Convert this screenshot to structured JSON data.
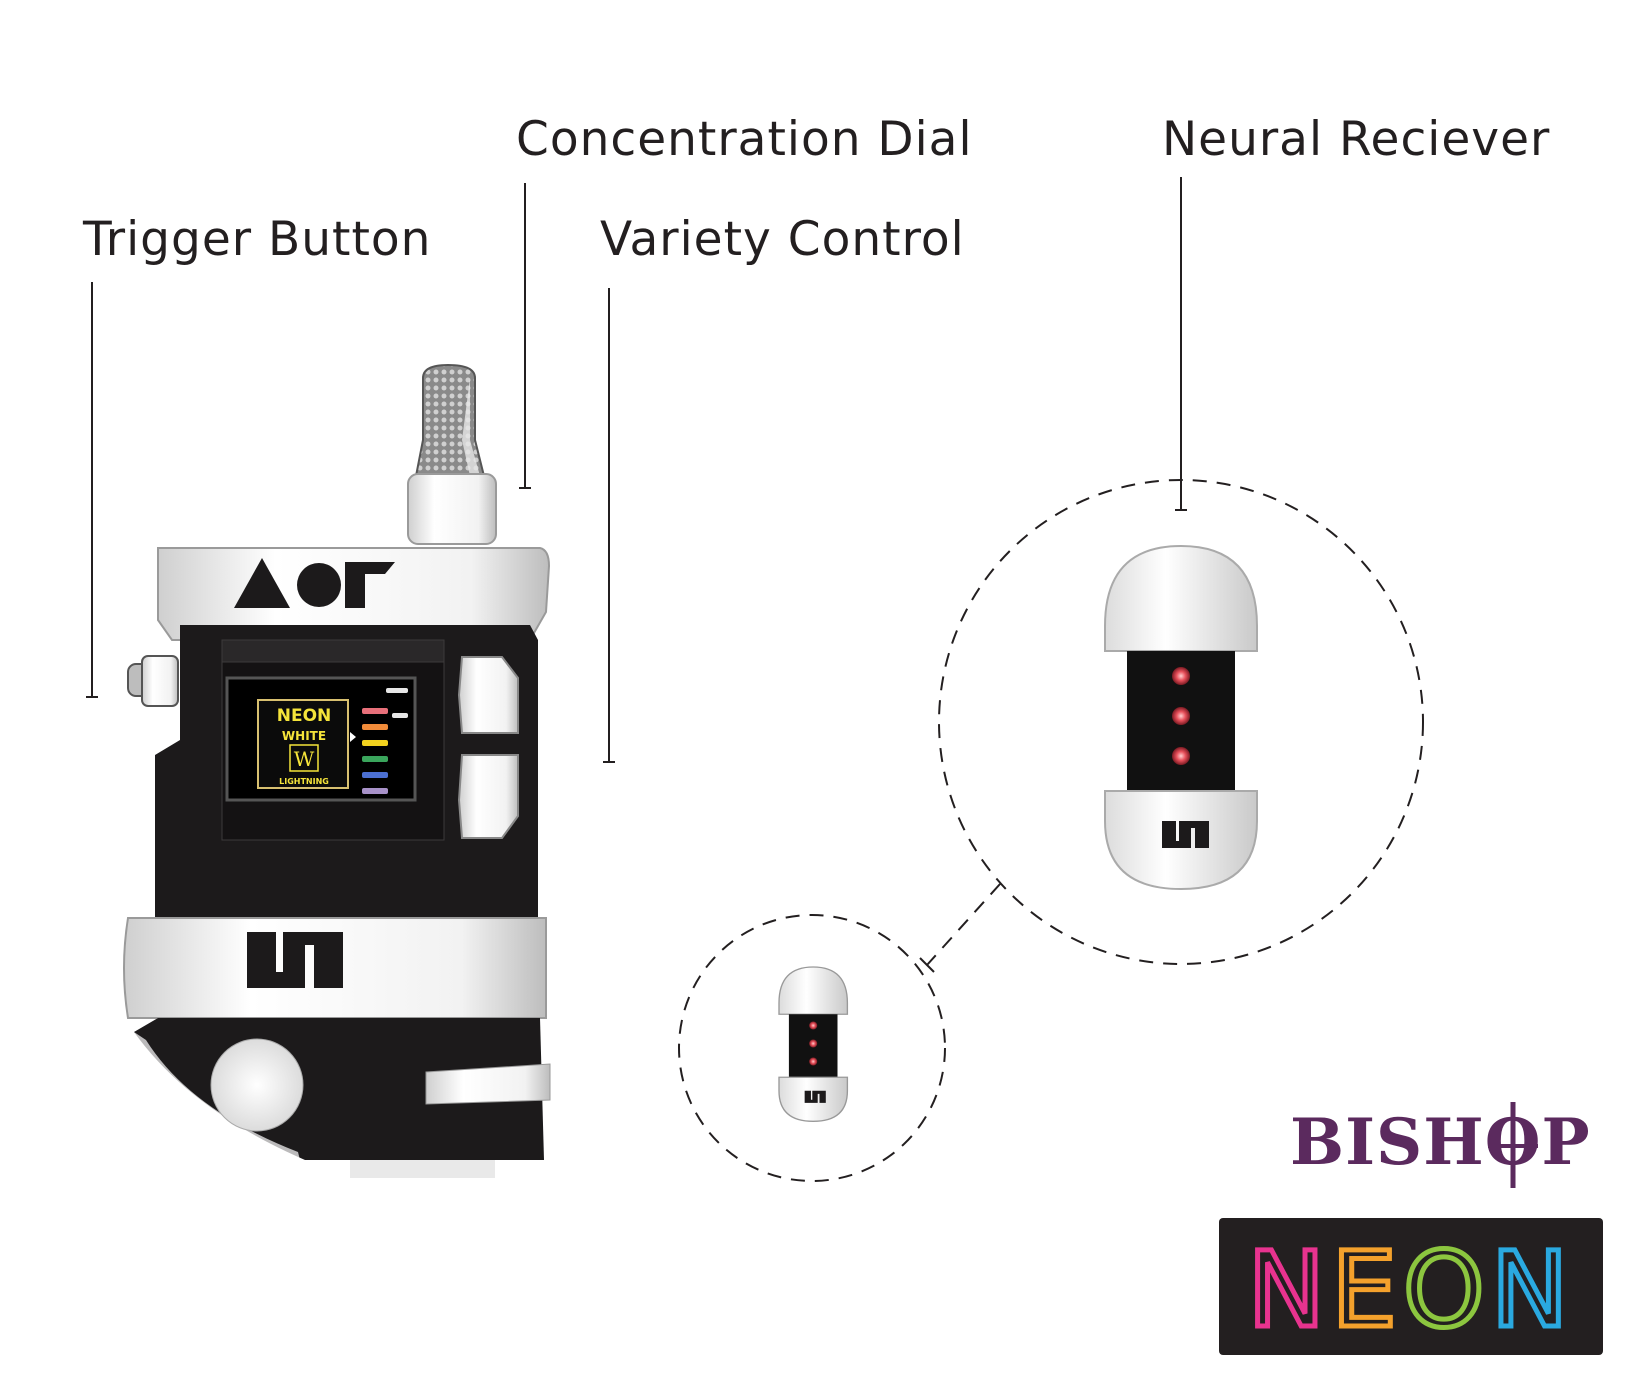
{
  "labels": {
    "concentration_dial": "Concentration Dial",
    "neural_receiver": "Neural Reciever",
    "trigger_button": "Trigger Button",
    "variety_control": "Variety Control"
  },
  "screen": {
    "brand": "NEON",
    "variety": "WHITE",
    "glyph": "W",
    "subtitle": "LIGHTNING",
    "swatches": [
      "#e8707a",
      "#f28c3a",
      "#f2d21e",
      "#3aa55c",
      "#4b6fd1",
      "#a892c9"
    ]
  },
  "logos": {
    "bishop": "BISHOP",
    "neon": "NEON",
    "neon_letter_colors": [
      "#e8338f",
      "#f4a12c",
      "#8cc63f",
      "#2aa9e0"
    ]
  },
  "colors": {
    "device_body": "#1c1a1b",
    "device_trim": "#e9e9e9",
    "led_red": "#e8505b"
  }
}
